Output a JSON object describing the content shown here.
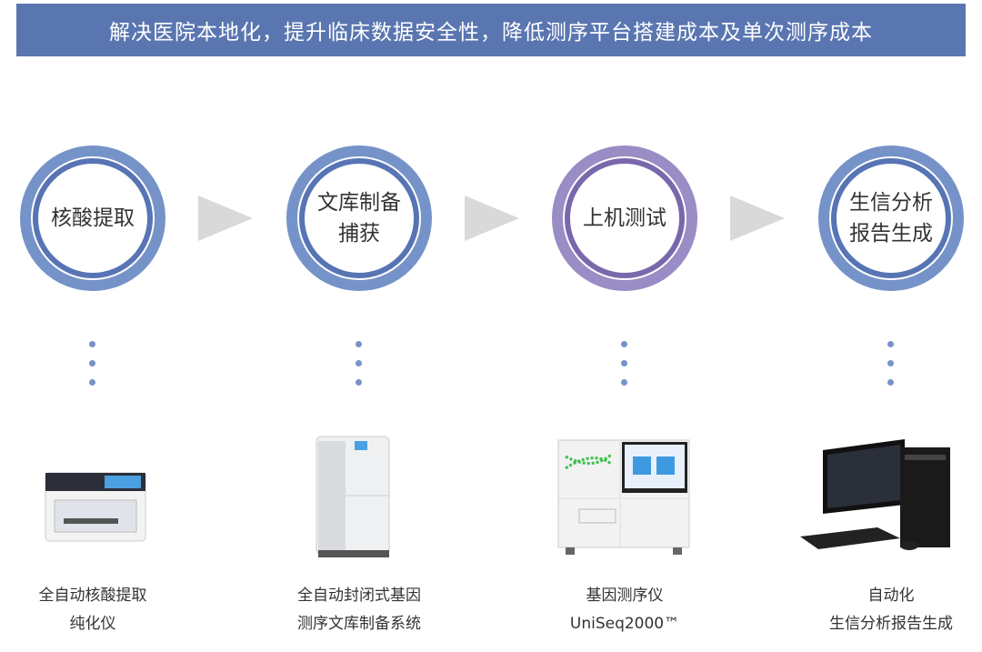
{
  "banner": "解决医院本地化，提升临床数据安全性，降低测序平台搭建成本及单次测序成本",
  "steps": [
    {
      "line1": "核酸提取",
      "line2": "",
      "device1": "全自动核酸提取",
      "device2": "纯化仪"
    },
    {
      "line1": "文库制备",
      "line2": "捕获",
      "device1": "全自动封闭式基因",
      "device2": "测序文库制备系统"
    },
    {
      "line1": "上机测试",
      "line2": "",
      "device1": "基因测序仪",
      "device2": "UniSeq2000™"
    },
    {
      "line1": "生信分析",
      "line2": "报告生成",
      "device1": "自动化",
      "device2": "生信分析报告生成"
    }
  ],
  "colors": {
    "banner": "#5a76b1",
    "ring": "#7593c8",
    "ring_active": "#9a8cc4",
    "arrow": "#d9d9d9"
  }
}
